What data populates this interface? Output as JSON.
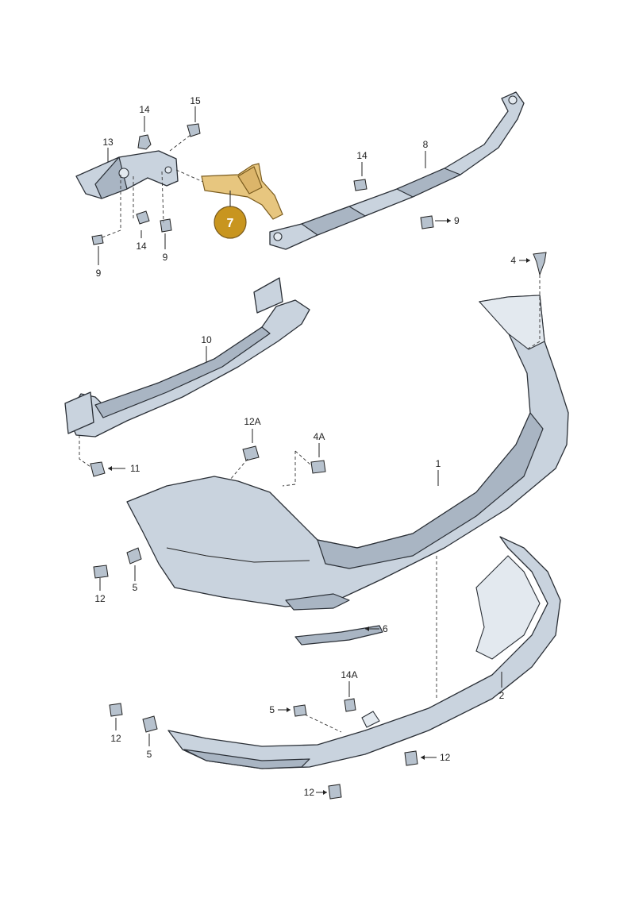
{
  "callout": "7",
  "labels": {
    "l1": "1",
    "l2": "2",
    "l4": "4",
    "l4a": "4A",
    "l5a": "5",
    "l5b": "5",
    "l5c": "5",
    "l6": "6",
    "l8": "8",
    "l9a": "9",
    "l9b": "9",
    "l9c": "9",
    "l10": "10",
    "l11": "11",
    "l12a": "12",
    "l12b": "12",
    "l12c": "12",
    "l12d": "12",
    "l12A": "12A",
    "l13": "13",
    "l14a": "14",
    "l14b": "14",
    "l14c": "14",
    "l14A": "14A",
    "l15": "15"
  },
  "colors": {
    "highlight": "#e7c67f",
    "callout_fill": "#c8951f",
    "part_fill": "#c9d3de"
  }
}
